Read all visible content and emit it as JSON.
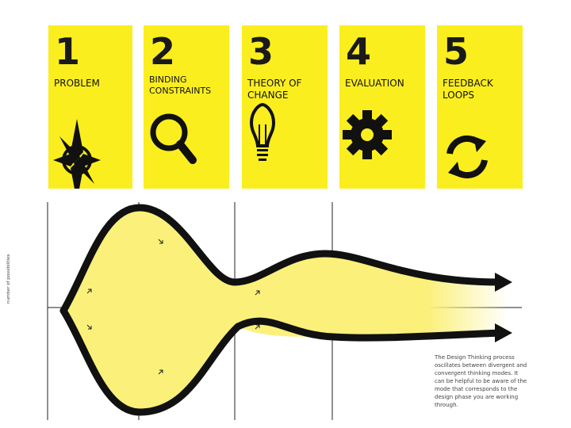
{
  "cards": [
    {
      "number": "1",
      "label": "PROBLEM",
      "icon": "compass-icon"
    },
    {
      "number": "2",
      "label": "BINDING\nCONSTRAINTS",
      "icon": "magnifier-icon"
    },
    {
      "number": "3",
      "label": "THEORY OF\nCHANGE",
      "icon": "lightbulb-icon"
    },
    {
      "number": "4",
      "label": "EVALUATION",
      "icon": "gear-icon"
    },
    {
      "number": "5",
      "label": "FEEDBACK\nLOOPS",
      "icon": "refresh-icon"
    }
  ],
  "diagram": {
    "y_axis_label": "number of possibilities",
    "note": "The Design Thinking process oscillates between divergent and convergent thinking modes. It can be helpful to be aware of the mode that corresponds to the design phase you are working through."
  },
  "colors": {
    "card_yellow": "#fbee1f",
    "funnel_fill": "#fbf07a",
    "funnel_stroke": "#111111"
  }
}
